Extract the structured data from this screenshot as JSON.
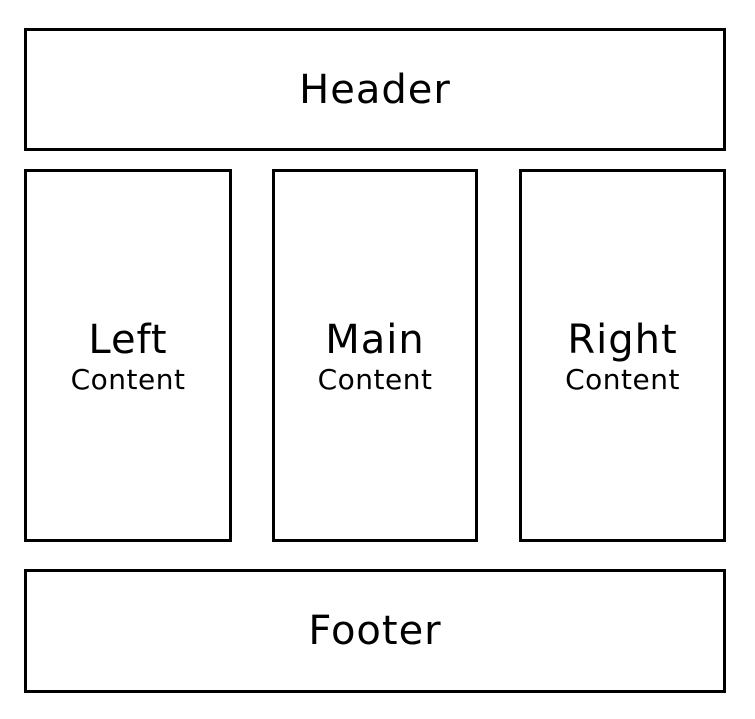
{
  "header": {
    "label": "Header"
  },
  "columns": [
    {
      "title": "Left",
      "subtitle": "Content"
    },
    {
      "title": "Main",
      "subtitle": "Content"
    },
    {
      "title": "Right",
      "subtitle": "Content"
    }
  ],
  "footer": {
    "label": "Footer"
  },
  "colors": {
    "border": "#000000",
    "background": "#ffffff",
    "text": "#000000"
  }
}
